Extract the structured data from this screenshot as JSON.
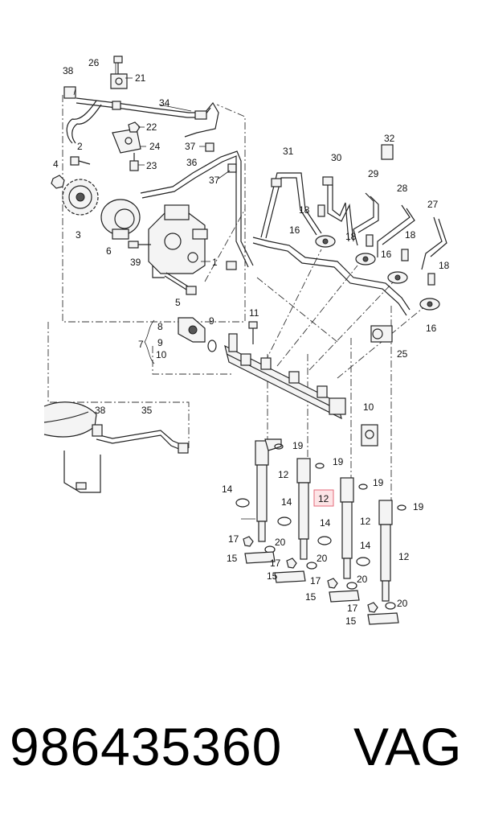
{
  "footer": {
    "part_number": "986435360",
    "brand": "VAG"
  },
  "highlight_color": "#e46a7a",
  "callouts": {
    "c1": "1",
    "c2": "2",
    "c3": "3",
    "c4": "4",
    "c5": "5",
    "c6": "6",
    "c7": "7",
    "c8": "8",
    "c9a": "9",
    "c9b": "9",
    "c10a": "10",
    "c10b": "10",
    "c11": "11",
    "c12a": "12",
    "c12b": "12",
    "c12c": "12",
    "c12d": "12",
    "c14a": "14",
    "c14b": "14",
    "c14c": "14",
    "c14d": "14",
    "c15a": "15",
    "c15b": "15",
    "c15c": "15",
    "c15d": "15",
    "c16a": "16",
    "c16b": "16",
    "c16c": "16",
    "c17a": "17",
    "c17b": "17",
    "c17c": "17",
    "c17d": "17",
    "c18a": "18",
    "c18b": "18",
    "c18c": "18",
    "c18d": "18",
    "c19a": "19",
    "c19b": "19",
    "c19c": "19",
    "c19d": "19",
    "c20a": "20",
    "c20b": "20",
    "c20c": "20",
    "c20d": "20",
    "c21": "21",
    "c22": "22",
    "c23": "23",
    "c24": "24",
    "c25": "25",
    "c26": "26",
    "c27": "27",
    "c28": "28",
    "c29": "29",
    "c30": "30",
    "c31": "31",
    "c32": "32",
    "c34": "34",
    "c35": "35",
    "c36": "36",
    "c37a": "37",
    "c37b": "37",
    "c38a": "38",
    "c38b": "38",
    "c39": "39"
  }
}
